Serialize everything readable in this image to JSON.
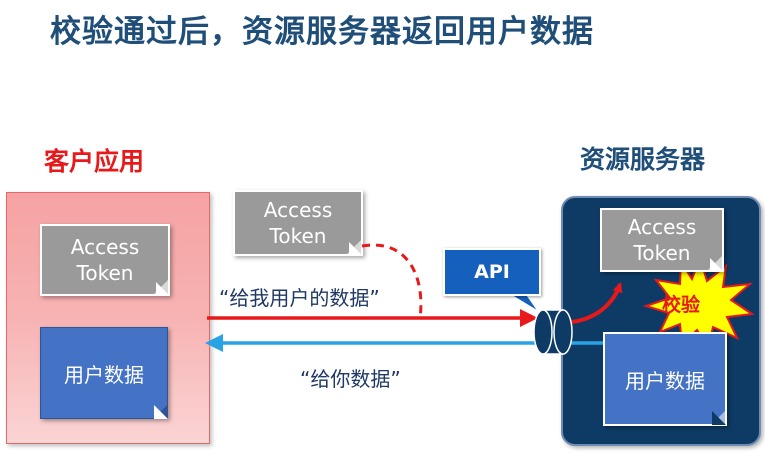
{
  "title": "校验通过后，资源服务器返回用户数据",
  "client": {
    "title": "客户应用",
    "token_line1": "Access",
    "token_line2": "Token",
    "data_label": "用户数据"
  },
  "server": {
    "title": "资源服务器",
    "token_line1": "Access",
    "token_line2": "Token",
    "data_label": "用户数据",
    "verify_label": "校验"
  },
  "transit_token": {
    "line1": "Access",
    "line2": "Token"
  },
  "api_label": "API",
  "request_text": "“给我用户的数据”",
  "response_text": "“给你数据”",
  "colors": {
    "request_arrow": "#e8191b",
    "response_arrow": "#29a3e6",
    "server_bg": "#0d3b66",
    "title": "#1f4e79",
    "data_box": "#4472c4",
    "token_box": "#9a9a9a",
    "burst": "#ffff00"
  },
  "icons": {
    "burst": "explosion-burst-icon",
    "api_port": "cylinder-port-icon"
  }
}
